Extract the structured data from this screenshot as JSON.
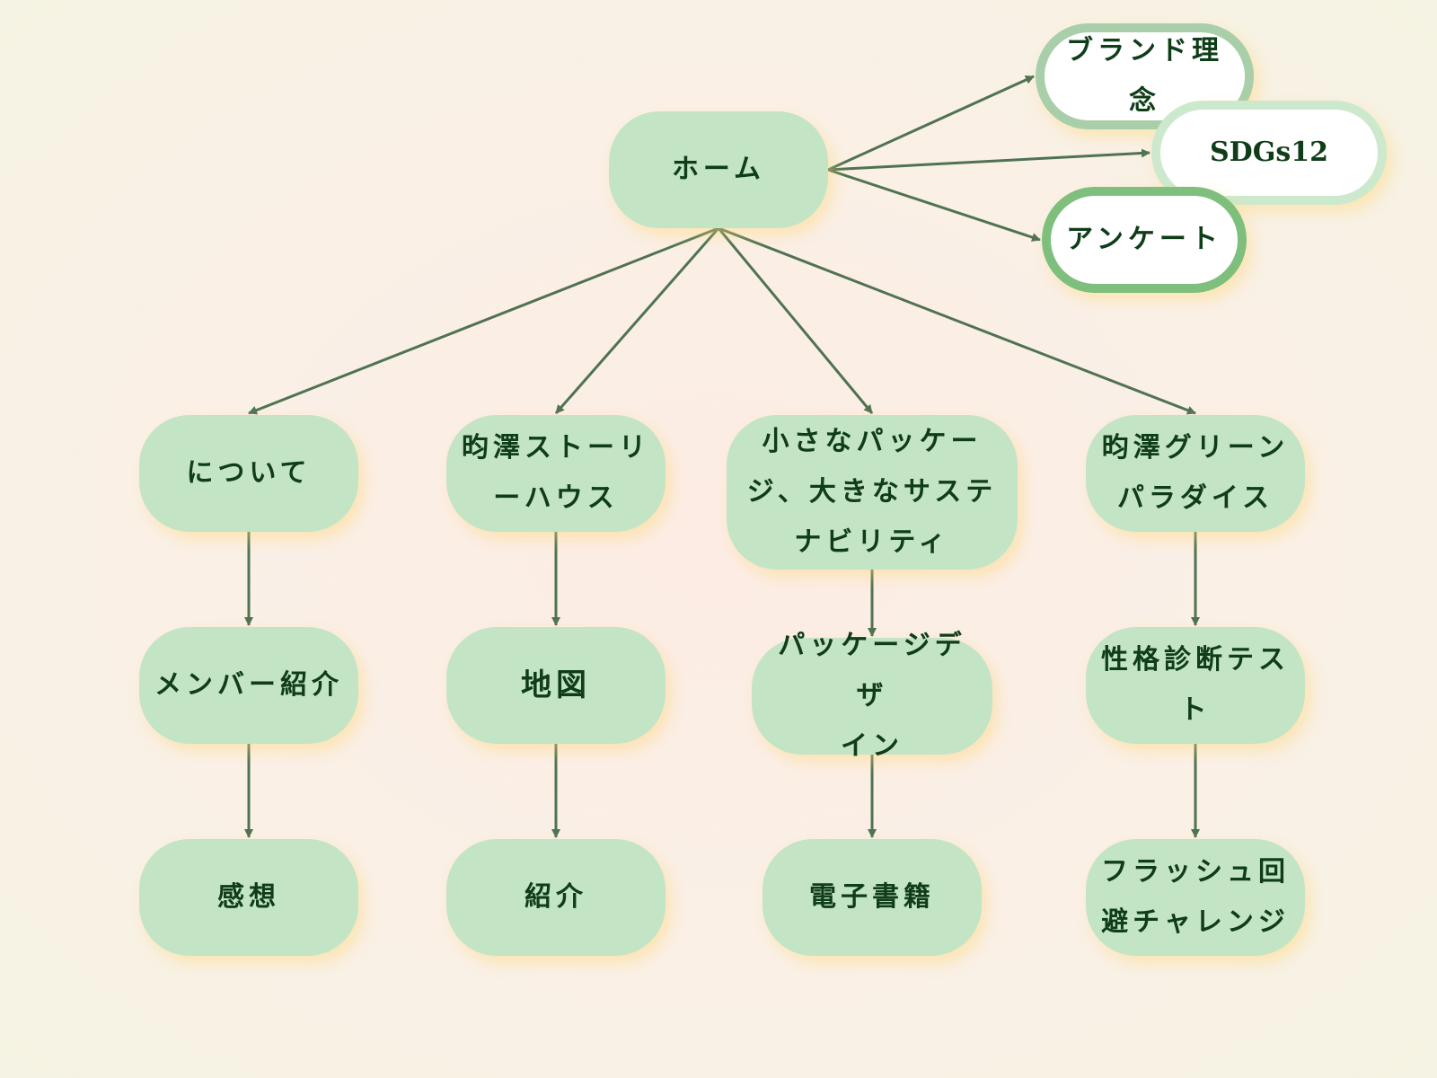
{
  "colors": {
    "node_fill": "#c4e4c6",
    "node_text": "#0f3d18",
    "edge": "#4f7352",
    "brand_border": "#a8cfa9",
    "sdgs_border": "#cde9cd",
    "survey_border": "#7fbf7e"
  },
  "nodes": {
    "home": "ホーム",
    "brand": "ブランド理念",
    "sdgs": "SDGs12",
    "survey": "アンケート",
    "about": "について",
    "story": [
      "昀澤ストーリ",
      "ーハウス"
    ],
    "pack": [
      "小さなパッケー",
      "ジ、大きなサステ",
      "ナビリティ"
    ],
    "paradise": [
      "昀澤グリーン",
      "パラダイス"
    ],
    "member": "メンバー紹介",
    "map": "地図",
    "pdesign": [
      "パッケージデザ",
      "イン"
    ],
    "test": [
      "性格診断テス",
      "ト"
    ],
    "impress": "感想",
    "intro": "紹介",
    "ebook": "電子書籍",
    "flash": [
      "フラッシュ回",
      "避チャレンジ"
    ]
  },
  "edges": [
    [
      "home",
      "brand"
    ],
    [
      "home",
      "sdgs"
    ],
    [
      "home",
      "survey"
    ],
    [
      "home",
      "about"
    ],
    [
      "home",
      "story"
    ],
    [
      "home",
      "pack"
    ],
    [
      "home",
      "paradise"
    ],
    [
      "about",
      "member"
    ],
    [
      "member",
      "impress"
    ],
    [
      "story",
      "map"
    ],
    [
      "map",
      "intro"
    ],
    [
      "pack",
      "pdesign"
    ],
    [
      "pdesign",
      "ebook"
    ],
    [
      "paradise",
      "test"
    ],
    [
      "test",
      "flash"
    ]
  ]
}
